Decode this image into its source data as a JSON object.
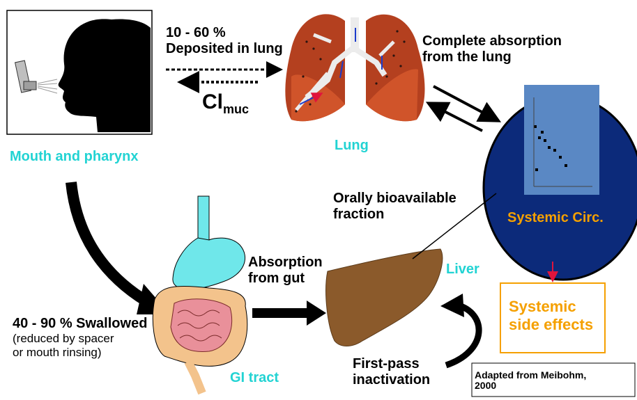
{
  "deposit": {
    "line1": "10 - 60 %",
    "line2": "Deposited in lung"
  },
  "clearance": {
    "main": "Cl",
    "sub": "muc"
  },
  "lung_absorption": {
    "line1": "Complete absorption",
    "line2": "from the lung"
  },
  "labels": {
    "mouth": "Mouth and pharynx",
    "lung": "Lung",
    "liver": "Liver",
    "gi": "GI tract",
    "systemic": "Systemic Circ."
  },
  "oral_fraction": {
    "line1": "Orally bioavailable",
    "line2": "fraction"
  },
  "gut_absorption": {
    "line1": "Absorption",
    "line2": "from gut"
  },
  "swallowed": {
    "line1": "40 - 90 % Swallowed",
    "line2": "(reduced by spacer",
    "line3": "or mouth rinsing)"
  },
  "first_pass": {
    "line1": "First-pass",
    "line2": "inactivation"
  },
  "side_effects": {
    "line1": "Systemic",
    "line2": "side effects"
  },
  "credit": {
    "line1": "Adapted from Meibohm,",
    "line2": "2000"
  },
  "colors": {
    "cyan": "#22d3d3",
    "orange": "#f5a000",
    "circle": "#0c2a7a",
    "lung": "#b4401f",
    "liver": "#8b5a2b",
    "stomach": "#6fe7ea",
    "intestine": "#f3c38c"
  }
}
